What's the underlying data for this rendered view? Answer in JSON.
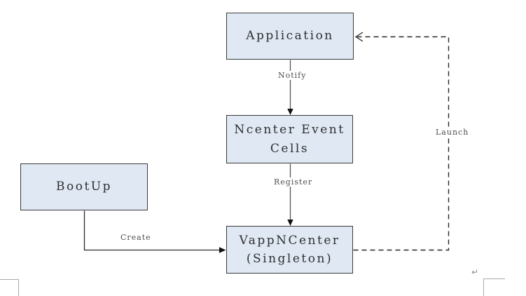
{
  "diagram": {
    "nodes": [
      {
        "id": "application",
        "label": "Application"
      },
      {
        "id": "ncenter-event-cells",
        "label": "Ncenter Event\nCells"
      },
      {
        "id": "vappncenter",
        "label": "VappNCenter\n(Singleton)"
      },
      {
        "id": "bootup",
        "label": "BootUp"
      }
    ],
    "edges": [
      {
        "from": "application",
        "to": "ncenter-event-cells",
        "label": "Notify",
        "style": "solid"
      },
      {
        "from": "ncenter-event-cells",
        "to": "vappncenter",
        "label": "Register",
        "style": "solid"
      },
      {
        "from": "bootup",
        "to": "vappncenter",
        "label": "Create",
        "style": "solid"
      },
      {
        "from": "vappncenter",
        "to": "application",
        "label": "Launch",
        "style": "dashed"
      }
    ],
    "colors": {
      "node_fill": "#dfe8f3",
      "node_border": "#3a3a3a",
      "solid_line": "#555555",
      "dashed_line": "#262626",
      "arrowhead": "#111111",
      "edge_label": "#4d4d4d",
      "margin_mark": "#a9a9a9",
      "background": "#ffffff"
    },
    "page_marks": {
      "return_symbol": "↵"
    }
  }
}
